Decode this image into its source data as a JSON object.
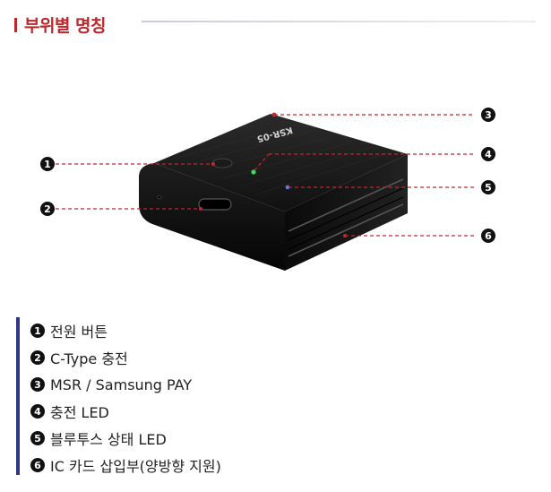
{
  "section": {
    "title": "부위별 명칭"
  },
  "device": {
    "printed_label": "KSR-05"
  },
  "callouts": [
    "1",
    "2",
    "3",
    "4",
    "5",
    "6"
  ],
  "legend": [
    {
      "num": "1",
      "label": "전원 버튼"
    },
    {
      "num": "2",
      "label": "C-Type 충전"
    },
    {
      "num": "3",
      "label": "MSR / Samsung PAY"
    },
    {
      "num": "4",
      "label": "충전 LED"
    },
    {
      "num": "5",
      "label": "블루투스 상태 LED"
    },
    {
      "num": "6",
      "label": "IC 카드 삽입부(양방향 지원)"
    }
  ],
  "colors": {
    "accent_red": "#c0272d",
    "legend_bar": "#2e3788",
    "led_green": "#3ddc5a",
    "led_blue": "#5a7bff"
  }
}
